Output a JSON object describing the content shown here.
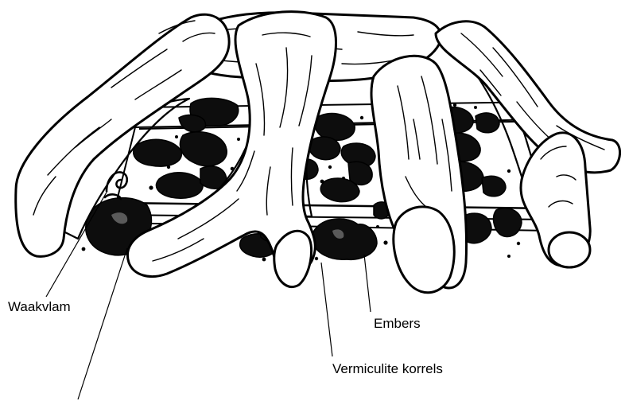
{
  "labels": {
    "pilot": "Waakvlam",
    "embers": "Embers",
    "vermiculite": "Vermiculite korrels"
  },
  "colors": {
    "line": "#000000",
    "background": "#ffffff",
    "ember": "#0d0d0d",
    "ember_highlight": "#5a5a5a"
  },
  "icons": {
    "pilot": "pilot-flame-icon"
  }
}
